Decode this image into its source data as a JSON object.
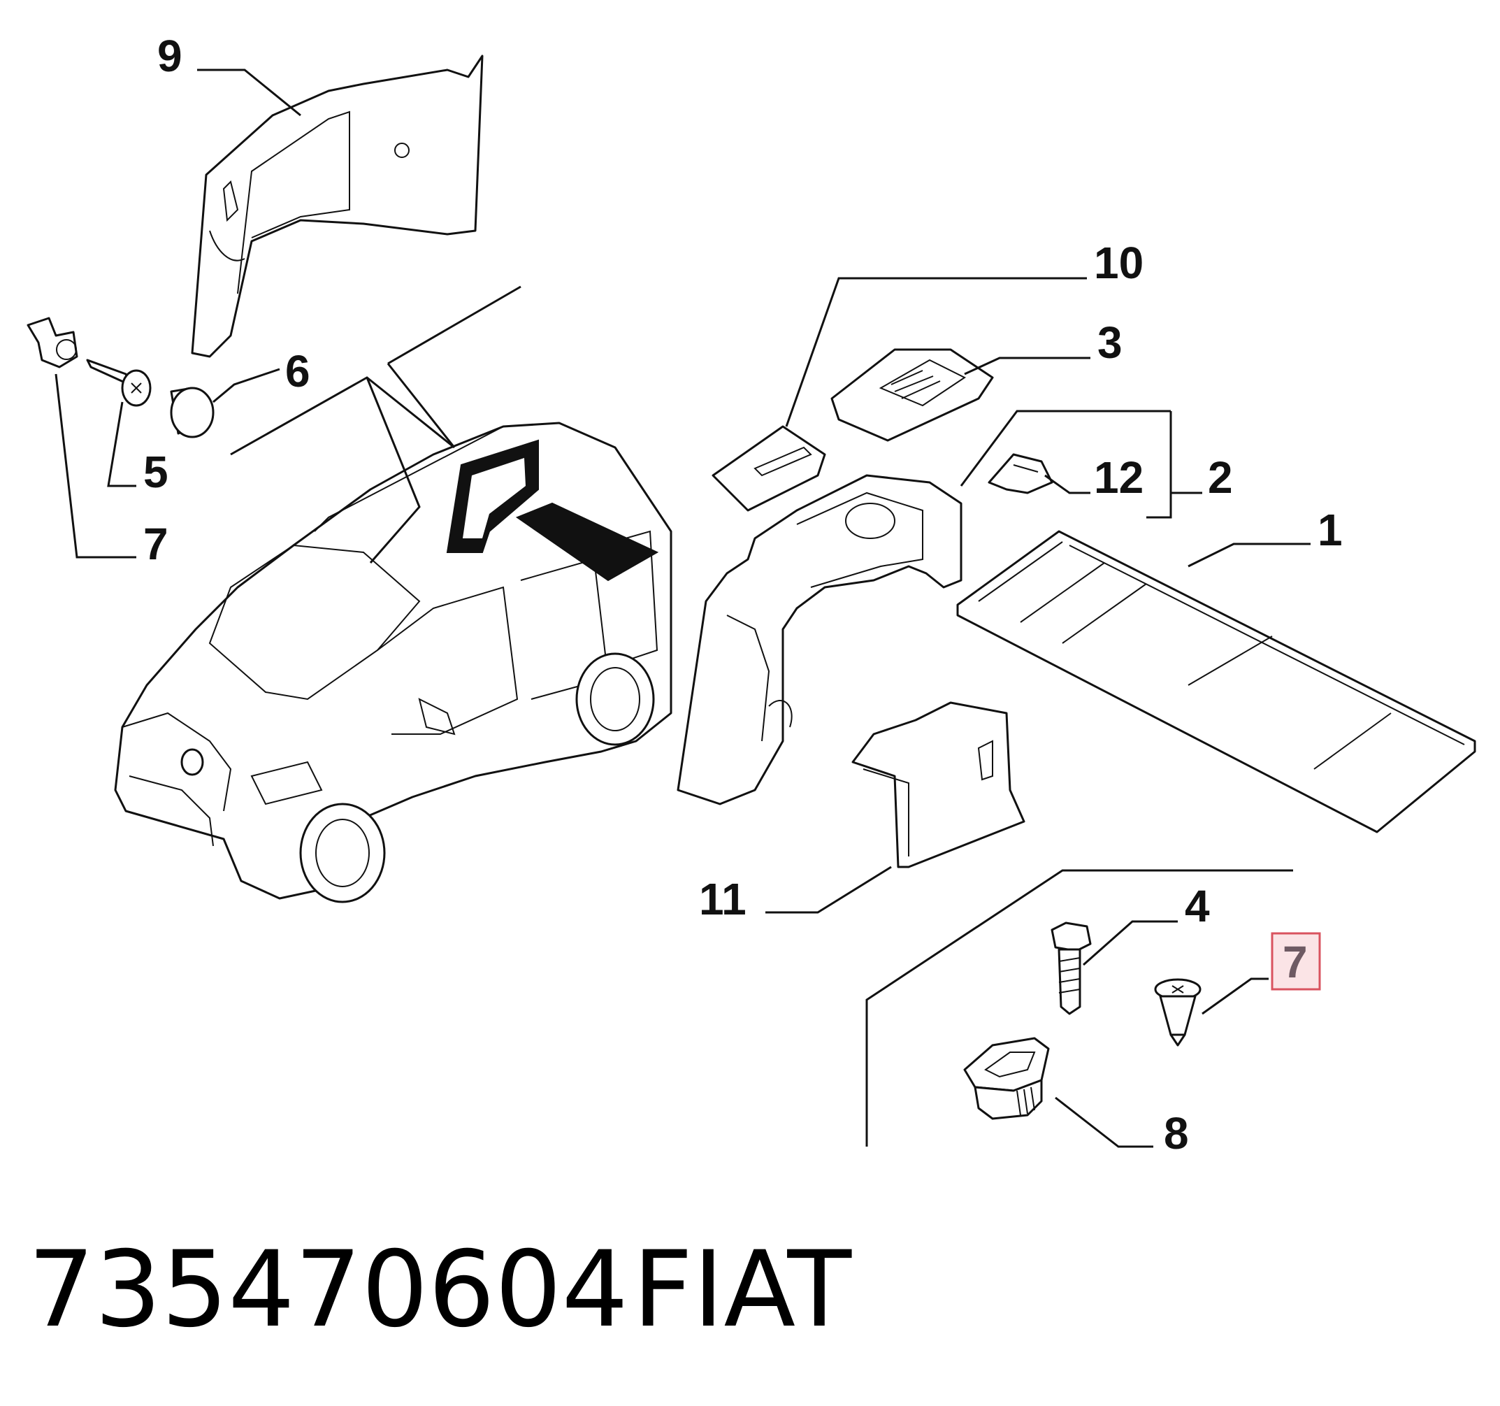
{
  "callouts": {
    "c1": "1",
    "c2": "2",
    "c3": "3",
    "c4": "4",
    "c5": "5",
    "c6": "6",
    "c7_left": "7",
    "c7_right": "7",
    "c8": "8",
    "c9": "9",
    "c10": "10",
    "c11": "11",
    "c12": "12"
  },
  "highlighted_callout": "7",
  "colors": {
    "highlight_border": "#d9535f",
    "highlight_fill": "#fbe4e6",
    "line": "#111111"
  },
  "footer": {
    "part_number": "735470604",
    "brand": "FIAT"
  }
}
